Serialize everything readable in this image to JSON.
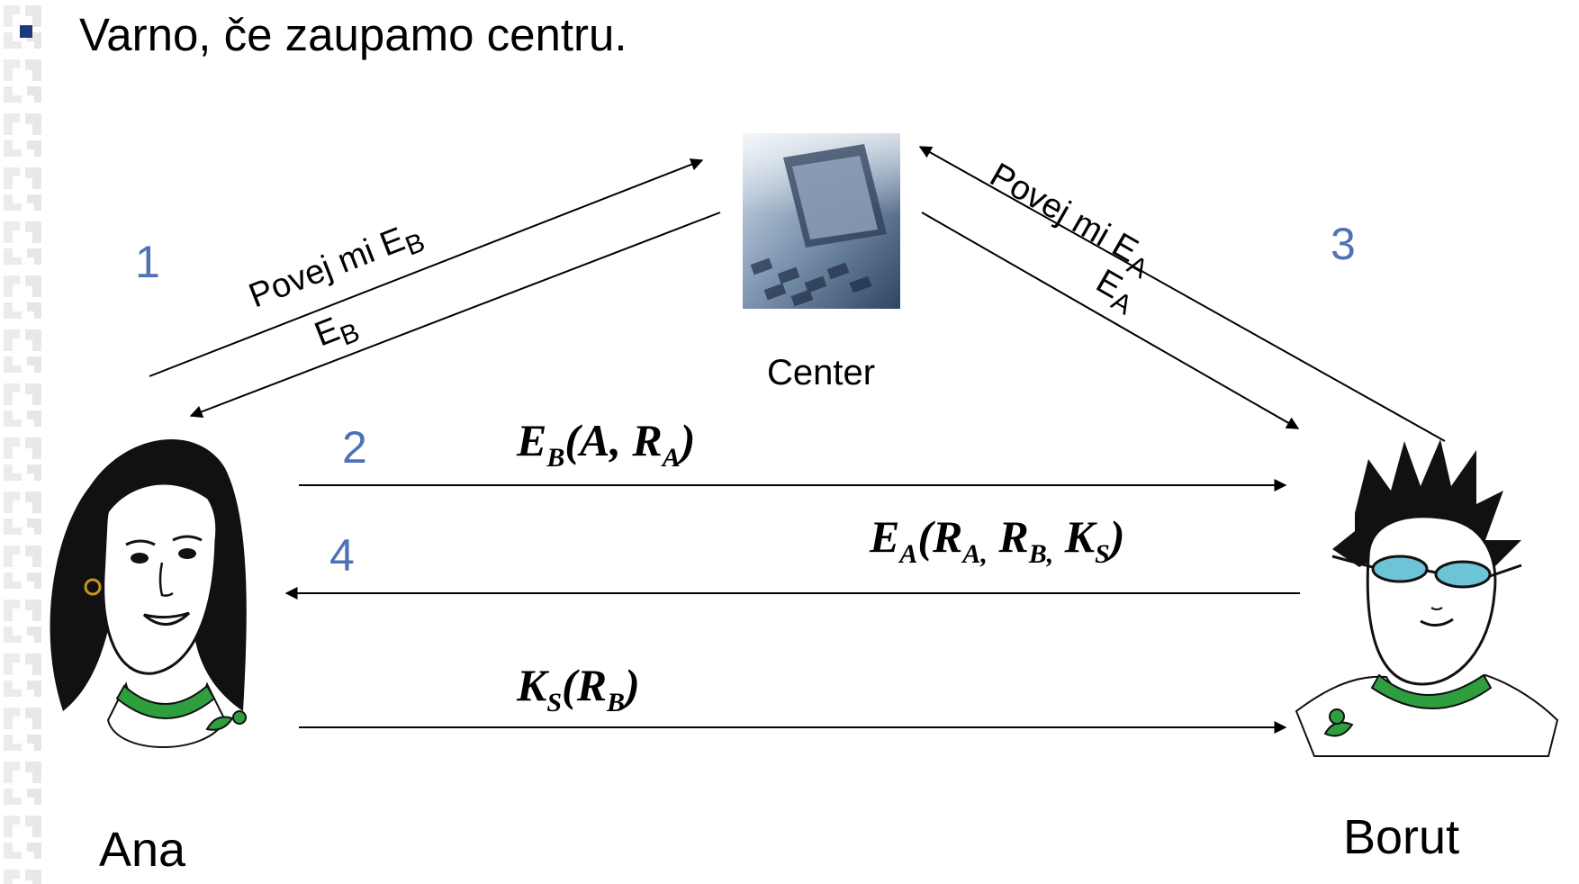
{
  "slide": {
    "headline": "Varno, če zaupamo centru."
  },
  "center": {
    "label": "Center",
    "icon": "computer-keyboard-photo"
  },
  "ana": {
    "name": "Ana",
    "icon": "ana-cartoon"
  },
  "borut": {
    "name": "Borut",
    "icon": "borut-cartoon"
  },
  "steps": [
    {
      "number": "1",
      "request": {
        "text": "Povej mi E",
        "sub": "B"
      },
      "response": {
        "text": "E",
        "sub": "B"
      }
    },
    {
      "number": "2",
      "message": {
        "parts": [
          "E",
          "B",
          "(A, R",
          "A",
          ")"
        ]
      }
    },
    {
      "number": "3",
      "request": {
        "text": "Povej mi E",
        "sub": "A"
      },
      "response": {
        "text": "E",
        "sub": "A"
      }
    },
    {
      "number": "4",
      "message": {
        "parts": [
          "E",
          "A",
          "(R",
          "A,",
          " R",
          "B,",
          " K",
          "S",
          ")"
        ]
      }
    },
    {
      "message": {
        "parts": [
          "K",
          "S",
          "(R",
          "B",
          ")"
        ]
      }
    }
  ],
  "colors": {
    "step_number": "#4f72b5",
    "bullet": "#1f3a7a",
    "shirt_collar": "#2e9e3e",
    "glasses": "#6cc4d6"
  }
}
